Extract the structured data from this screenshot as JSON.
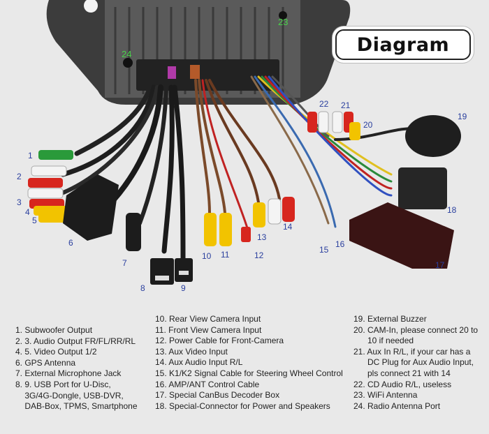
{
  "title": "Diagram",
  "callouts": {
    "c1": "1",
    "c2": "2",
    "c3": "3",
    "c4": "4",
    "c5": "5",
    "c6": "6",
    "c7": "7",
    "c8": "8",
    "c9": "9",
    "c10": "10",
    "c11": "11",
    "c12": "12",
    "c13": "13",
    "c14": "14",
    "c15": "15",
    "c16": "16",
    "c17": "17",
    "c18": "18",
    "c19": "19",
    "c20": "20",
    "c21": "21",
    "c22": "22",
    "c23": "23",
    "c24": "24"
  },
  "legend": {
    "col1": [
      "1. Subwoofer Output",
      "2. 3. Audio Output FR/FL/RR/RL",
      "4. 5. Video Output 1/2",
      "6. GPS Antenna",
      "7. External Microphone Jack",
      "8. 9. USB Port for U-Disc,",
      "    3G/4G-Dongle, USB-DVR,",
      "    DAB-Box, TPMS, Smartphone"
    ],
    "col2": [
      "10. Rear View Camera Input",
      "11. Front View Camera Input",
      "12. Power Cable for Front-Camera",
      "13. Aux Video Input",
      "14. Aux Audio Input R/L",
      "15. K1/K2 Signal Cable for Steering Wheel Control",
      "16. AMP/ANT Control Cable",
      "17. Special CanBus Decoder Box",
      "18. Special-Connector for Power and Speakers"
    ],
    "col3": [
      "19. External Buzzer",
      "20. CAM-In, please connect 20 to",
      "      10 if needed",
      "21. Aux In R/L, if your car has a",
      "      DC Plug for Aux Audio Input,",
      "      pls connect 21 with 14",
      "22. CD Audio R/L, useless",
      "23. WiFi Antenna",
      "24. Radio Antenna Port"
    ]
  },
  "colors": {
    "background": "#e9e9e9",
    "callout_blue": "#2a3f9e",
    "callout_green": "#49d24a",
    "unit_dark": "#3a3a3a",
    "rca_yellow": "#f2c300",
    "rca_red": "#d7261e",
    "rca_white": "#f4f4f4",
    "rca_green": "#2a9a3a"
  }
}
